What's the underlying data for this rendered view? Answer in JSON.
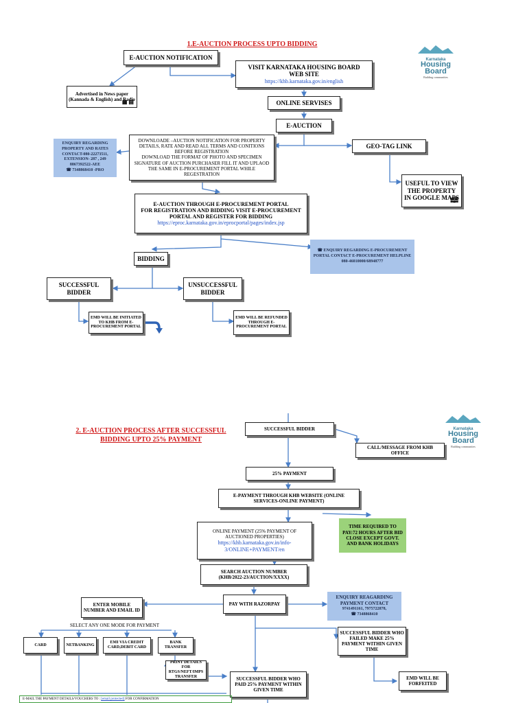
{
  "section1": {
    "title": "1.E-AUCTION PROCESS UPTO BIDDING",
    "notification": "E-AUCTION NOTIFICATION",
    "advertised": "Advertised in News paper (Kannada & English) and Radio",
    "visit_line1": "VISIT KARNATAKA HOUSING BOARD",
    "visit_line2": "WEB SITE",
    "visit_link": "https://khb.karnataka.gov.in/english",
    "online_services": "ONLINE SERVISES",
    "eauction": "E-AUCTION",
    "download_text1": "DOWNLOADE –AUCTION NOTIFICATION FOR PROPERTY DETAILS, RATE AND READ ALL TERMS AND CONITIONS BEFORE REGISTRATION",
    "download_text2": "DOWNLOAD THE FORMAT OF PHOTO AND SPECIMEN SIGNATURE OF AUCTION PURCHASER FILL IT AND UPLAOD THE SAME IN E-PROCUREMENT PORTAL WHILE REGESTRATION",
    "enquiry_rates_1": "ENQUIRY REGARDING PROPERTY AND RATES CONTACT-080-22273511,",
    "enquiry_rates_2": "Extension- 287 , 249",
    "enquiry_rates_3": "8867392522-AEE",
    "enquiry_rates_4": "7348868410 -PRO",
    "geotag": "GEO-TAG LINK",
    "useful": "USEFUL TO VIEW THE PROPERTY IN GOOGLE MAPS",
    "eproc_line1": "E-AUCTION THROUGH E-PROCUREMENT PORTAL",
    "eproc_line2": "FOR REGISTRATION AND BIDDING VISIT E-PROCUREMENT PORTAL AND REGISTER FOR BIDDING",
    "eproc_link": "https://eproc.karnataka.gov.in/eprocportal/pages/index.jsp",
    "enquiry_eproc": "ENQUIRY REGARDING E-PROCUREMENT PORTAL CONTACT E-PROCUREMENT HELPLINE 080-46010000/68948777",
    "bidding": "BIDDING",
    "successful": "SUCCESSFUL BIDDER",
    "unsuccessful": "UNSUCCESSFUL BIDDER",
    "emd_initiated": "EMD WILL BE INITIATED TO KHB FROM E-PROCUREMENT PORTAL",
    "emd_refunded": "EMD WILL BE REFUNDED THROUGH E-PROCUREMENT PORTAL"
  },
  "section2": {
    "title": "2. E-AUCTION PROCESS AFTER SUCCESSFUL BIDDING UPTO 25% PAYMENT",
    "successful": "SUCCESSFUL BIDDER",
    "call_message": "CALL/MESSAGE FROM KHB OFFICE",
    "payment25": "25% PAYMENT",
    "epayment": "E-PAYMENT THROUGH KHB WEBSITE (ONLINE SERVICES-ONLINE PAYMENT)",
    "online_payment": "ONLINE PAYMENT (25% PAYMENT OF AUCTIONED PROPERTIES)",
    "online_payment_link": "https://khb.karnataka.gov.in/info-3/ONLINE+PAYMENT/en",
    "time_required": "TIME REQUIRED TO PAY:72 HOURS AFTER BID CLOSE EXCEPT GOVT. AND BANK HOLIDAYS",
    "search_line1": "SEARCH AUCTION NUMBER",
    "search_line2": "(KHB/2022-23/AUCTION/XXXX)",
    "razorpay": "PAY WITH RAZORPAY",
    "enter_mobile": "ENTER MOBILE NUMBER AND EMAIL ID",
    "enquiry_pay_1": "ENQUIRY REAGARDING PAYMENT CONTACT",
    "enquiry_pay_2": "9741491161, 7975722878,",
    "enquiry_pay_3": "7348868410",
    "select_mode": "SELECT ANY ONE MODE  FOR PAYMENT",
    "modes": [
      "CARD",
      "NETBANKING",
      "EMI VIA CREDIT CARD,DEBIT CARD",
      "BANK TRANSFER"
    ],
    "print_details": "PRINT DETAILS FOR RTGS/NEFT/IMPS TRANSFER",
    "failed": "SUCCESSFUL BIDDER WHO FAILED MAKE 25% PAYMENT WITHIN GIVEN TIME",
    "forfeited": "EMD WILL BE FORFEITED",
    "paid": "SUCCESSFUL BIDDER WHO PAID 25% PAYMENT WITHIN GIVEN TIME",
    "email_prefix": "E-MAIL THE  PAYMENT DETAILS/VOUCHERS TO :",
    "email_address": "[email protected]",
    "email_suffix": "FOR CONFIRMATION"
  },
  "logo": {
    "line1": "Karnataka",
    "line2": "Housing",
    "line3": "Board",
    "tagline": "Building communities"
  },
  "colors": {
    "title": "#d01818",
    "arrow": "#4a7fc8",
    "note": "#a9c4ea",
    "green": "#9bd27a"
  }
}
